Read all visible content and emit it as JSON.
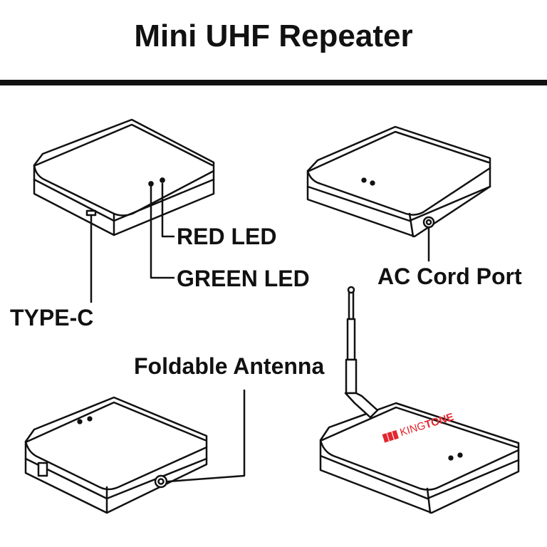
{
  "title": "Mini UHF Repeater",
  "labels": {
    "red_led": "RED LED",
    "green_led": "GREEN LED",
    "type_c": "TYPE-C",
    "ac_cord_port": "AC Cord Port",
    "foldable_antenna": "Foldable Antenna"
  },
  "brand": {
    "logo_text_light": "KING",
    "logo_text_bold": "TONE",
    "accent_color": "#e3262f"
  },
  "colors": {
    "line": "#111111",
    "background": "#ffffff"
  }
}
